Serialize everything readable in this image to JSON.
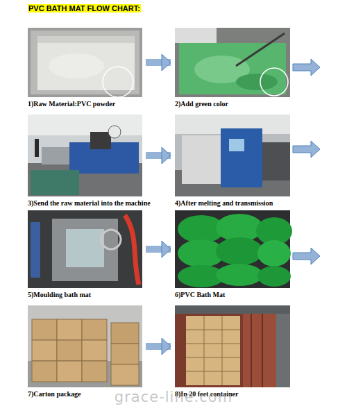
{
  "diagram": {
    "title": "PVC BATH MAT FLOW CHART:",
    "nodes": [
      {
        "text": [
          "1)Raw Material:PVC powder"
        ]
      },
      {
        "text": [
          "2)Add green color"
        ]
      },
      {
        "text": [
          "3)Send the raw material into the machine"
        ]
      },
      {
        "text": [
          "4)After melting and transmission"
        ]
      },
      {
        "text": [
          "5)Moulding bath mat"
        ]
      },
      {
        "text": [
          "6)PVC Bath Mat"
        ]
      },
      {
        "text": [
          "7)Carton package"
        ]
      },
      {
        "text": [
          "8)In 20 feet container"
        ]
      }
    ],
    "edges": [
      {
        "from": 0,
        "to": 1,
        "arrow": "to"
      },
      {
        "from": 2,
        "to": 3,
        "arrow": "to"
      },
      {
        "from": 4,
        "to": 5,
        "arrow": "to"
      },
      {
        "from": 6,
        "to": 7,
        "arrow": "to"
      }
    ],
    "labels": [
      "grace-line.com"
    ]
  }
}
